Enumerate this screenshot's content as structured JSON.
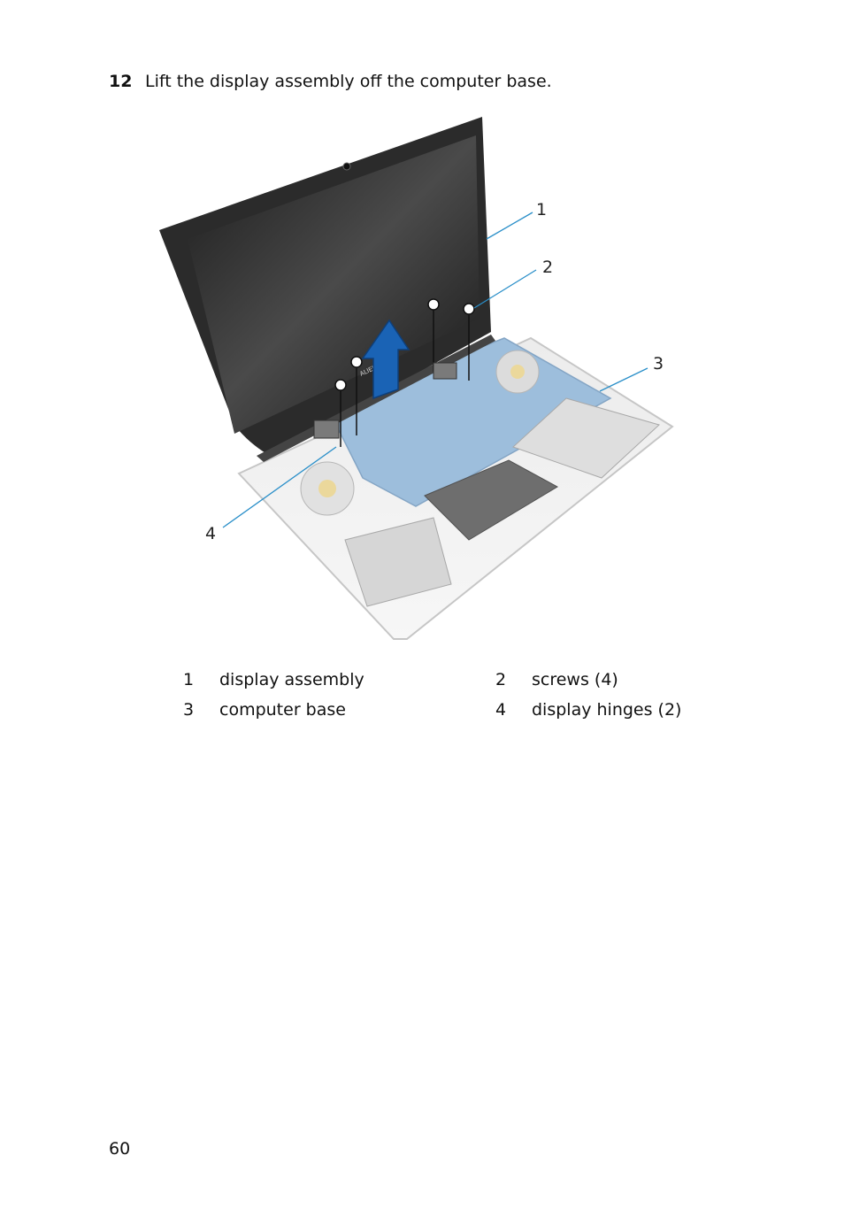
{
  "step": {
    "number": "12",
    "text": "Lift the display assembly off the computer base."
  },
  "figure": {
    "callouts": [
      "1",
      "2",
      "3",
      "4"
    ],
    "logo_text": "ALIENWARE"
  },
  "legend": [
    {
      "num": "1",
      "label": "display assembly"
    },
    {
      "num": "2",
      "label": "screws (4)"
    },
    {
      "num": "3",
      "label": "computer base"
    },
    {
      "num": "4",
      "label": "display hinges (2)"
    }
  ],
  "page_number": "60",
  "colors": {
    "leader_line": "#2a8fc9",
    "arrow_fill": "#1a63b5",
    "board": "#8db3d6",
    "bezel": "#2b2b2b"
  }
}
